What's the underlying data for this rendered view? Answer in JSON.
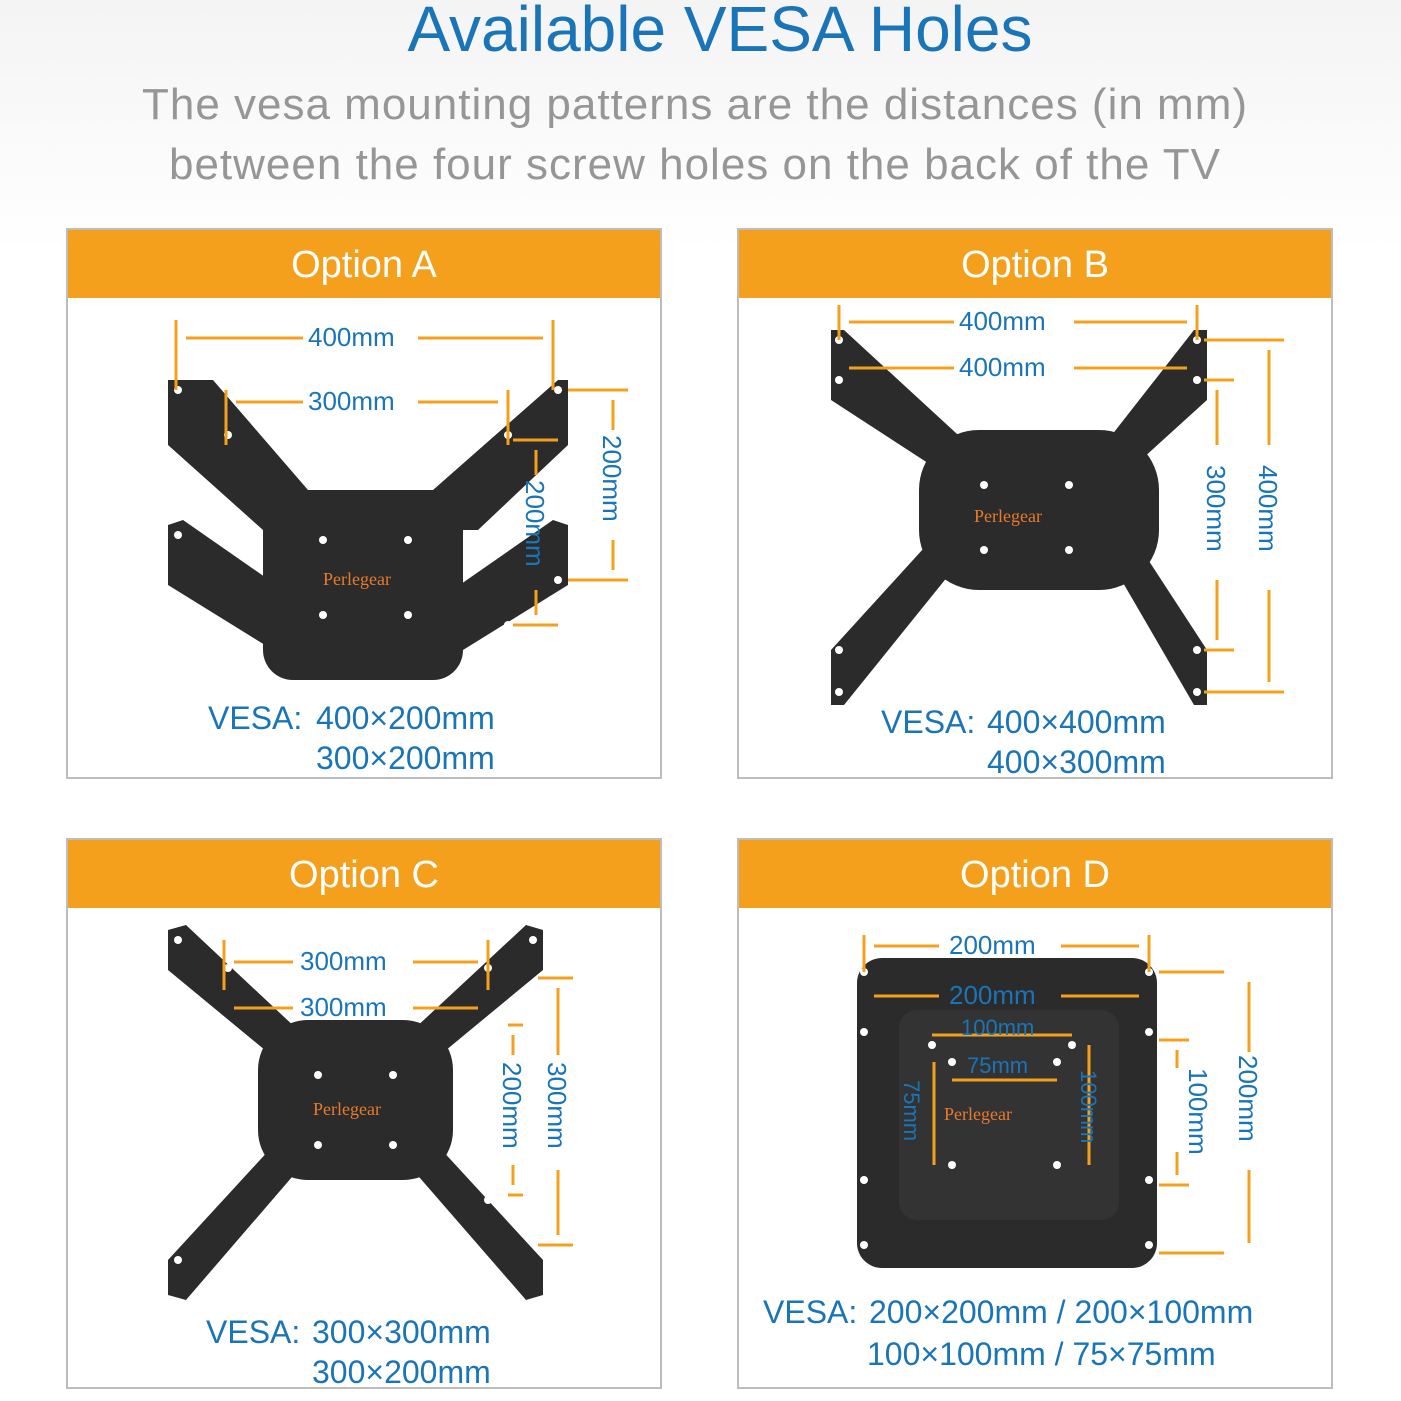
{
  "header": {
    "title": "Available VESA Holes",
    "subtitle_line1": "The vesa mounting patterns are the distances (in mm)",
    "subtitle_line2": "between the four screw holes on the back of the TV"
  },
  "brand": "Perlegear",
  "colors": {
    "accent_orange": "#f5a01d",
    "text_blue": "#1a75b8",
    "plate": "#2b2b2b"
  },
  "options": [
    {
      "title": "Option A",
      "dims": [
        "400mm",
        "300mm",
        "200mm",
        "200mm"
      ],
      "vesa_label": "VESA:",
      "vesa_line1": "400×200mm",
      "vesa_line2": "300×200mm"
    },
    {
      "title": "Option B",
      "dims": [
        "400mm",
        "400mm",
        "300mm",
        "400mm"
      ],
      "vesa_label": "VESA:",
      "vesa_line1": "400×400mm",
      "vesa_line2": "400×300mm"
    },
    {
      "title": "Option C",
      "dims": [
        "300mm",
        "300mm",
        "200mm",
        "300mm"
      ],
      "vesa_label": "VESA:",
      "vesa_line1": "300×300mm",
      "vesa_line2": "300×200mm"
    },
    {
      "title": "Option D",
      "dims": [
        "200mm",
        "200mm",
        "100mm",
        "75mm",
        "75mm",
        "100mm",
        "100mm",
        "200mm"
      ],
      "vesa_label": "VESA:",
      "vesa_line1": "200×200mm / 200×100mm",
      "vesa_line2": "100×100mm / 75×75mm"
    }
  ]
}
